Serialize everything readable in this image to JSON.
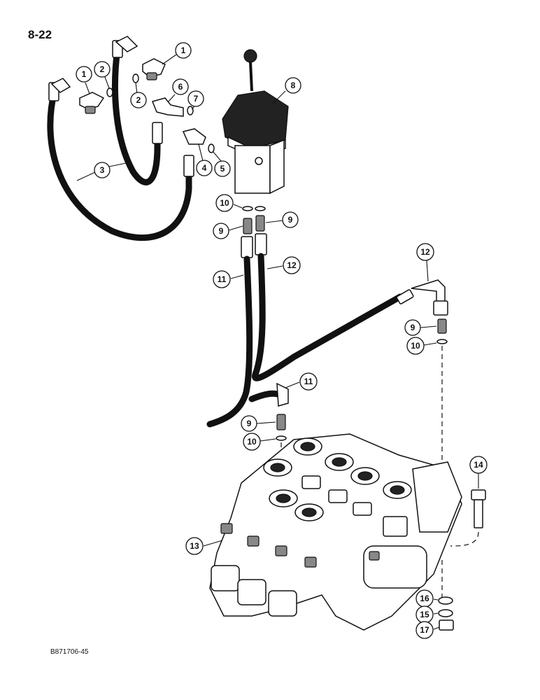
{
  "page_number": "8-22",
  "drawing_code": "B871706-45",
  "callouts": {
    "c1a": "1",
    "c1b": "1",
    "c2a": "2",
    "c2b": "2",
    "c3": "3",
    "c4": "4",
    "c5": "5",
    "c6": "6",
    "c7": "7",
    "c8": "8",
    "c9a": "9",
    "c9b": "9",
    "c9c": "9",
    "c9d": "9",
    "c10a": "10",
    "c10b": "10",
    "c10c": "10",
    "c11a": "11",
    "c11b": "11",
    "c12a": "12",
    "c12b": "12",
    "c13": "13",
    "c14": "14",
    "c15": "15",
    "c16": "16",
    "c17": "17"
  }
}
